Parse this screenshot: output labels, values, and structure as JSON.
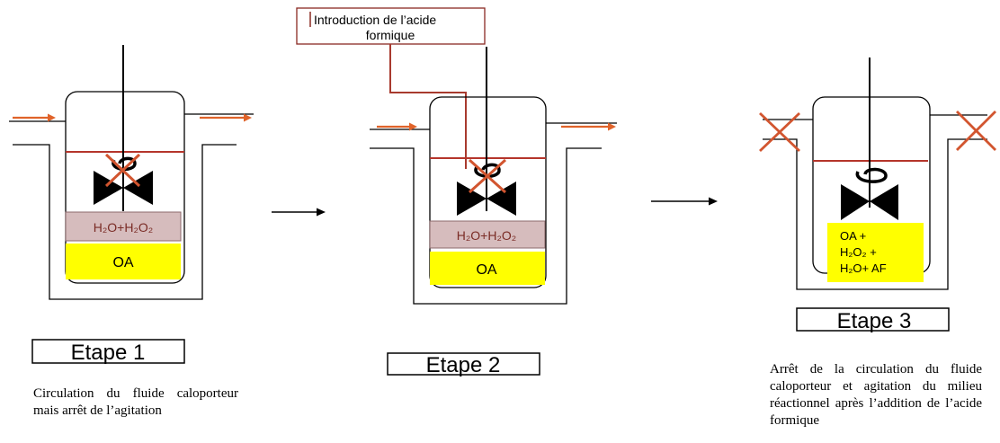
{
  "annotation": {
    "line1": "Introduction de l’acide",
    "line2": "formique"
  },
  "stage1": {
    "mixture": "H₂O+H₂O₂",
    "organic": "OA",
    "label": "Etape 1",
    "caption": "Circulation du fluide caloporteur mais arrêt de l’agitation"
  },
  "stage2": {
    "mixture": "H₂O+H₂O₂",
    "organic": "OA",
    "label": "Etape 2"
  },
  "stage3": {
    "mix_line1": "OA +",
    "mix_line2": "H₂O₂ +",
    "mix_line3": "H₂O+ AF",
    "label": "Etape 3",
    "caption": "Arrêt de la circulation du fluide caloporteur et agitation du milieu réactionnel après l’addition de l’acide formique"
  },
  "colors": {
    "red": "#b5352b",
    "arrow": "#e0632a",
    "cross": "#d2552f",
    "mixture_fill": "#d6bcbd",
    "mixture_stroke": "#8c6a6c",
    "yellow": "#ffff00",
    "dark_red_text": "#7a2b25"
  }
}
